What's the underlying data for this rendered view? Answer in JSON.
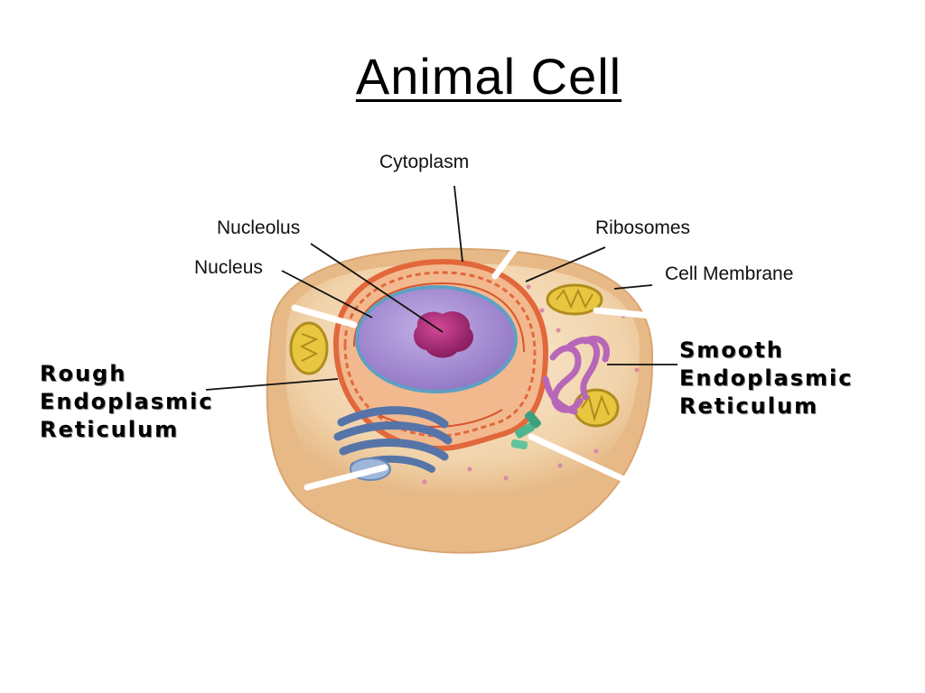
{
  "title": "Animal Cell",
  "labels": {
    "cytoplasm": "Cytoplasm",
    "nucleolus": "Nucleolus",
    "nucleus": "Nucleus",
    "ribosomes": "Ribosomes",
    "cell_membrane": "Cell Membrane",
    "rough_er": [
      "Rough",
      "Endoplasmic",
      "Reticulum"
    ],
    "smooth_er": [
      "Smooth",
      "Endoplasmic",
      "Reticulum"
    ]
  },
  "colors": {
    "cytoplasm": "#f0d0a6",
    "membrane": "#e8b98a",
    "nucleus": "#a98ad0",
    "nucleolus": "#b0287a",
    "rough_er": "#e2683c",
    "golgi": "#6a88b8",
    "mitochondria": "#e8c640",
    "smooth_er": "#b767b8"
  }
}
